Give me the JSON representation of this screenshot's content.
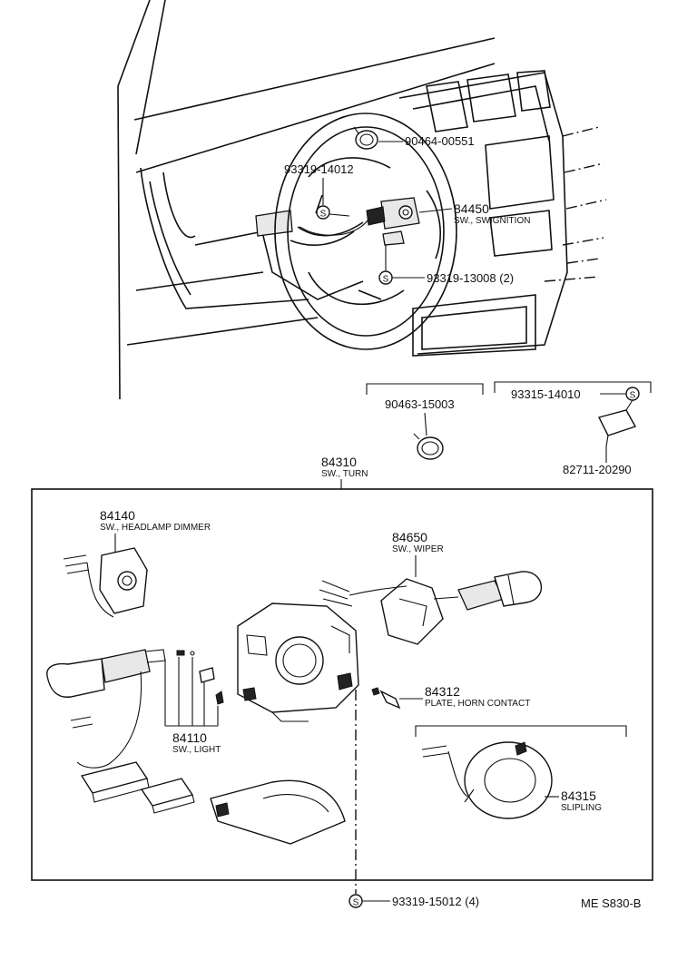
{
  "callouts": {
    "p90464": "90464-00551",
    "p93319_14012": "93319-14012",
    "p84450": "84450",
    "p84450_desc": "SW., SWIGNITION",
    "p93319_13008": "93319-13008 (2)",
    "p90463": "90463-15003",
    "p93315": "93315-14010",
    "p82711": "82711-20290",
    "p84310": "84310",
    "p84310_desc": "SW., TURN",
    "p84140": "84140",
    "p84140_desc": "SW., HEADLAMP DIMMER",
    "p84650": "84650",
    "p84650_desc": "SW., WIPER",
    "p84312": "84312",
    "p84312_desc": "PLATE, HORN CONTACT",
    "p84110": "84110",
    "p84110_desc": "SW., LIGHT",
    "p84315": "84315",
    "p84315_desc": "SLIPLING",
    "p93319_15012": "93319-15012 (4)"
  },
  "symbols": {
    "screw_mark": "S"
  },
  "footer": {
    "code": "ME S830-B"
  },
  "icons": [
    "screw-symbol-icon",
    "steering-wheel-drawing",
    "combination-switch-drawing"
  ]
}
